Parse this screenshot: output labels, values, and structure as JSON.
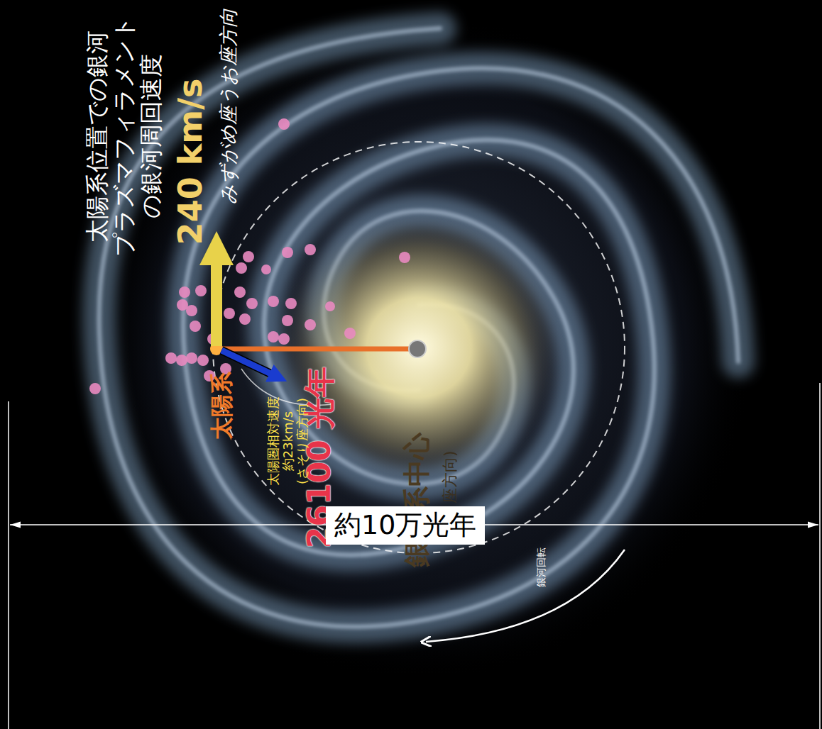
{
  "diagram": {
    "nodes": [
      {
        "text": [
          "約10万光年"
        ]
      }
    ],
    "labels": [
      "太陽系位置での銀河 プラズマフィラメント の銀河周回速度",
      "240 km/s",
      "みずがめ座うお座方向",
      "太陽系",
      "26100 光年",
      "銀河系中心",
      "(いて座方向)",
      "太陽圏相対速度 約23km/s (さそり座方向)",
      "銀河回転"
    ]
  }
}
